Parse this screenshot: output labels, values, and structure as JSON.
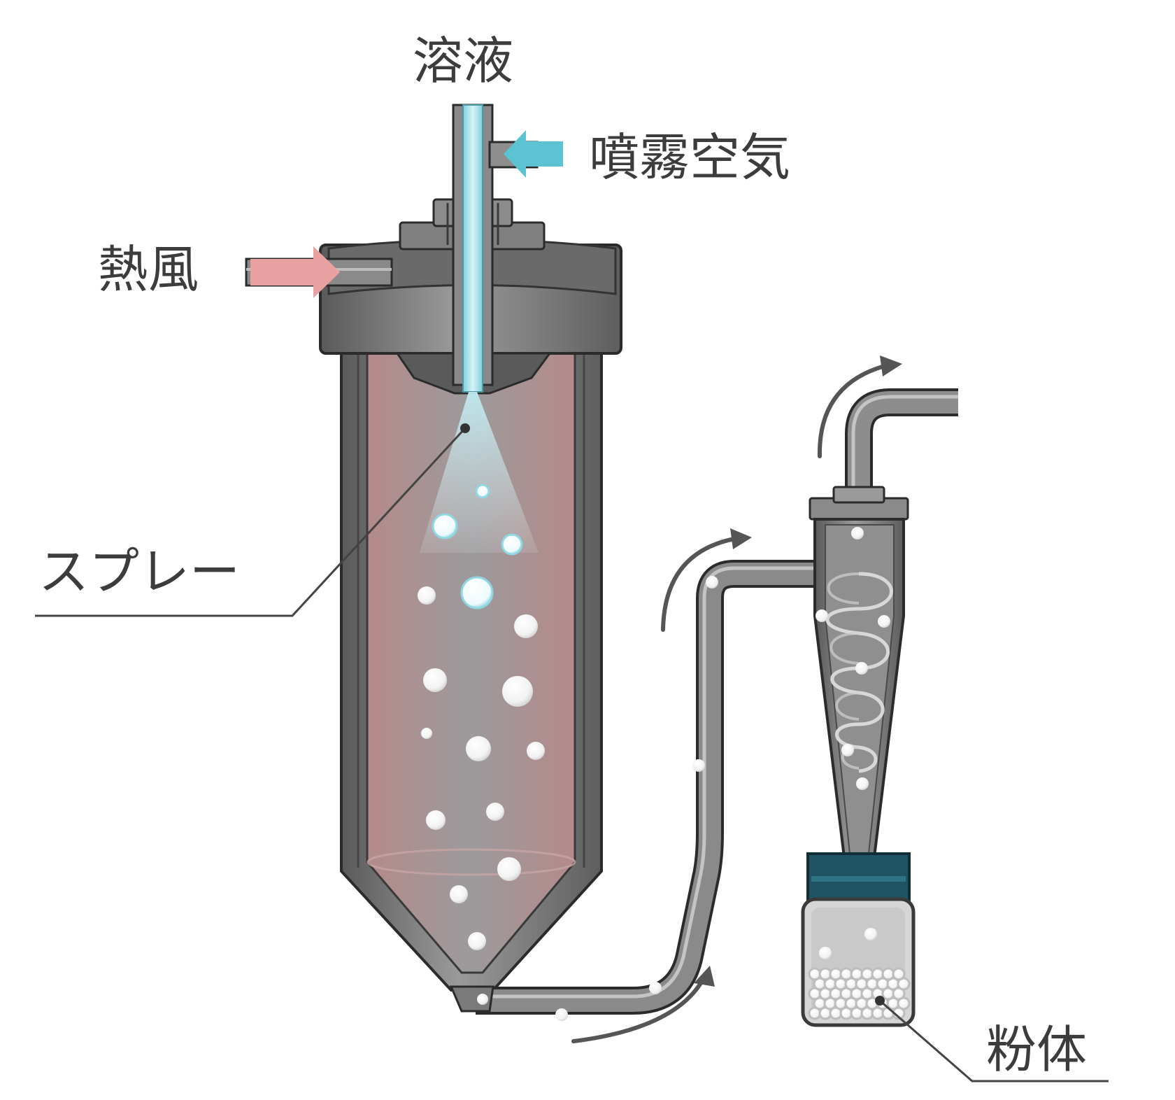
{
  "labels": {
    "solution": "溶液",
    "spray_air": "噴霧空気",
    "hot_air": "熱風",
    "spray": "スプレー",
    "powder": "粉体"
  },
  "colors": {
    "housing": "#7a7a7a",
    "housing_dark": "#4a4a4a",
    "outline": "#2b2b2b",
    "chamber_tint": "#b58a8a",
    "solution_tube": "#a9e3ec",
    "spray_air_arrow": "#5bc3d3",
    "hot_air_arrow": "#e9a1a1",
    "flow_arrow": "#555555",
    "collar": "#1f5563",
    "leader_line": "#444444"
  },
  "icons": {
    "flow": "curved-arrow-icon",
    "inlet": "block-arrow-icon",
    "particle": "circle-particle-icon"
  }
}
